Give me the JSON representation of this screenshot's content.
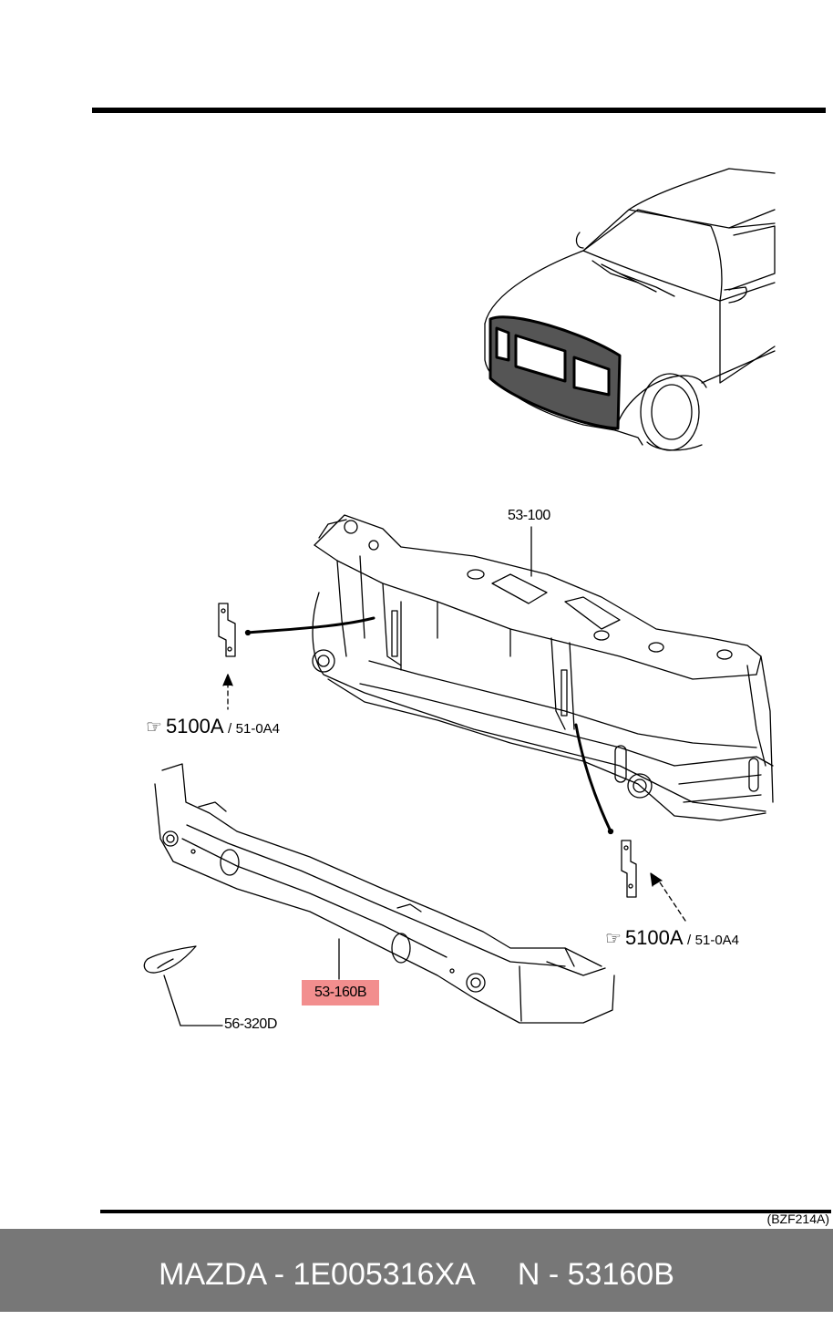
{
  "diagram": {
    "labels": {
      "radiator_support": "53-100",
      "bumper_reinforcement": "53-160B",
      "tow_hook": "56-320D",
      "drawing_code": "(BZF214A)"
    },
    "references": {
      "left": {
        "hand": "☞",
        "main": "5100A",
        "sep": "/",
        "sub": "51-0A4"
      },
      "right": {
        "hand": "☞",
        "main": "5100A",
        "sep": "/",
        "sub": "51-0A4"
      }
    },
    "highlight_color": "#f28e8e"
  },
  "footer": {
    "brand_part": "MAZDA - 1E005316XA",
    "oem_part": "N - 53160B",
    "background": "#777777"
  }
}
